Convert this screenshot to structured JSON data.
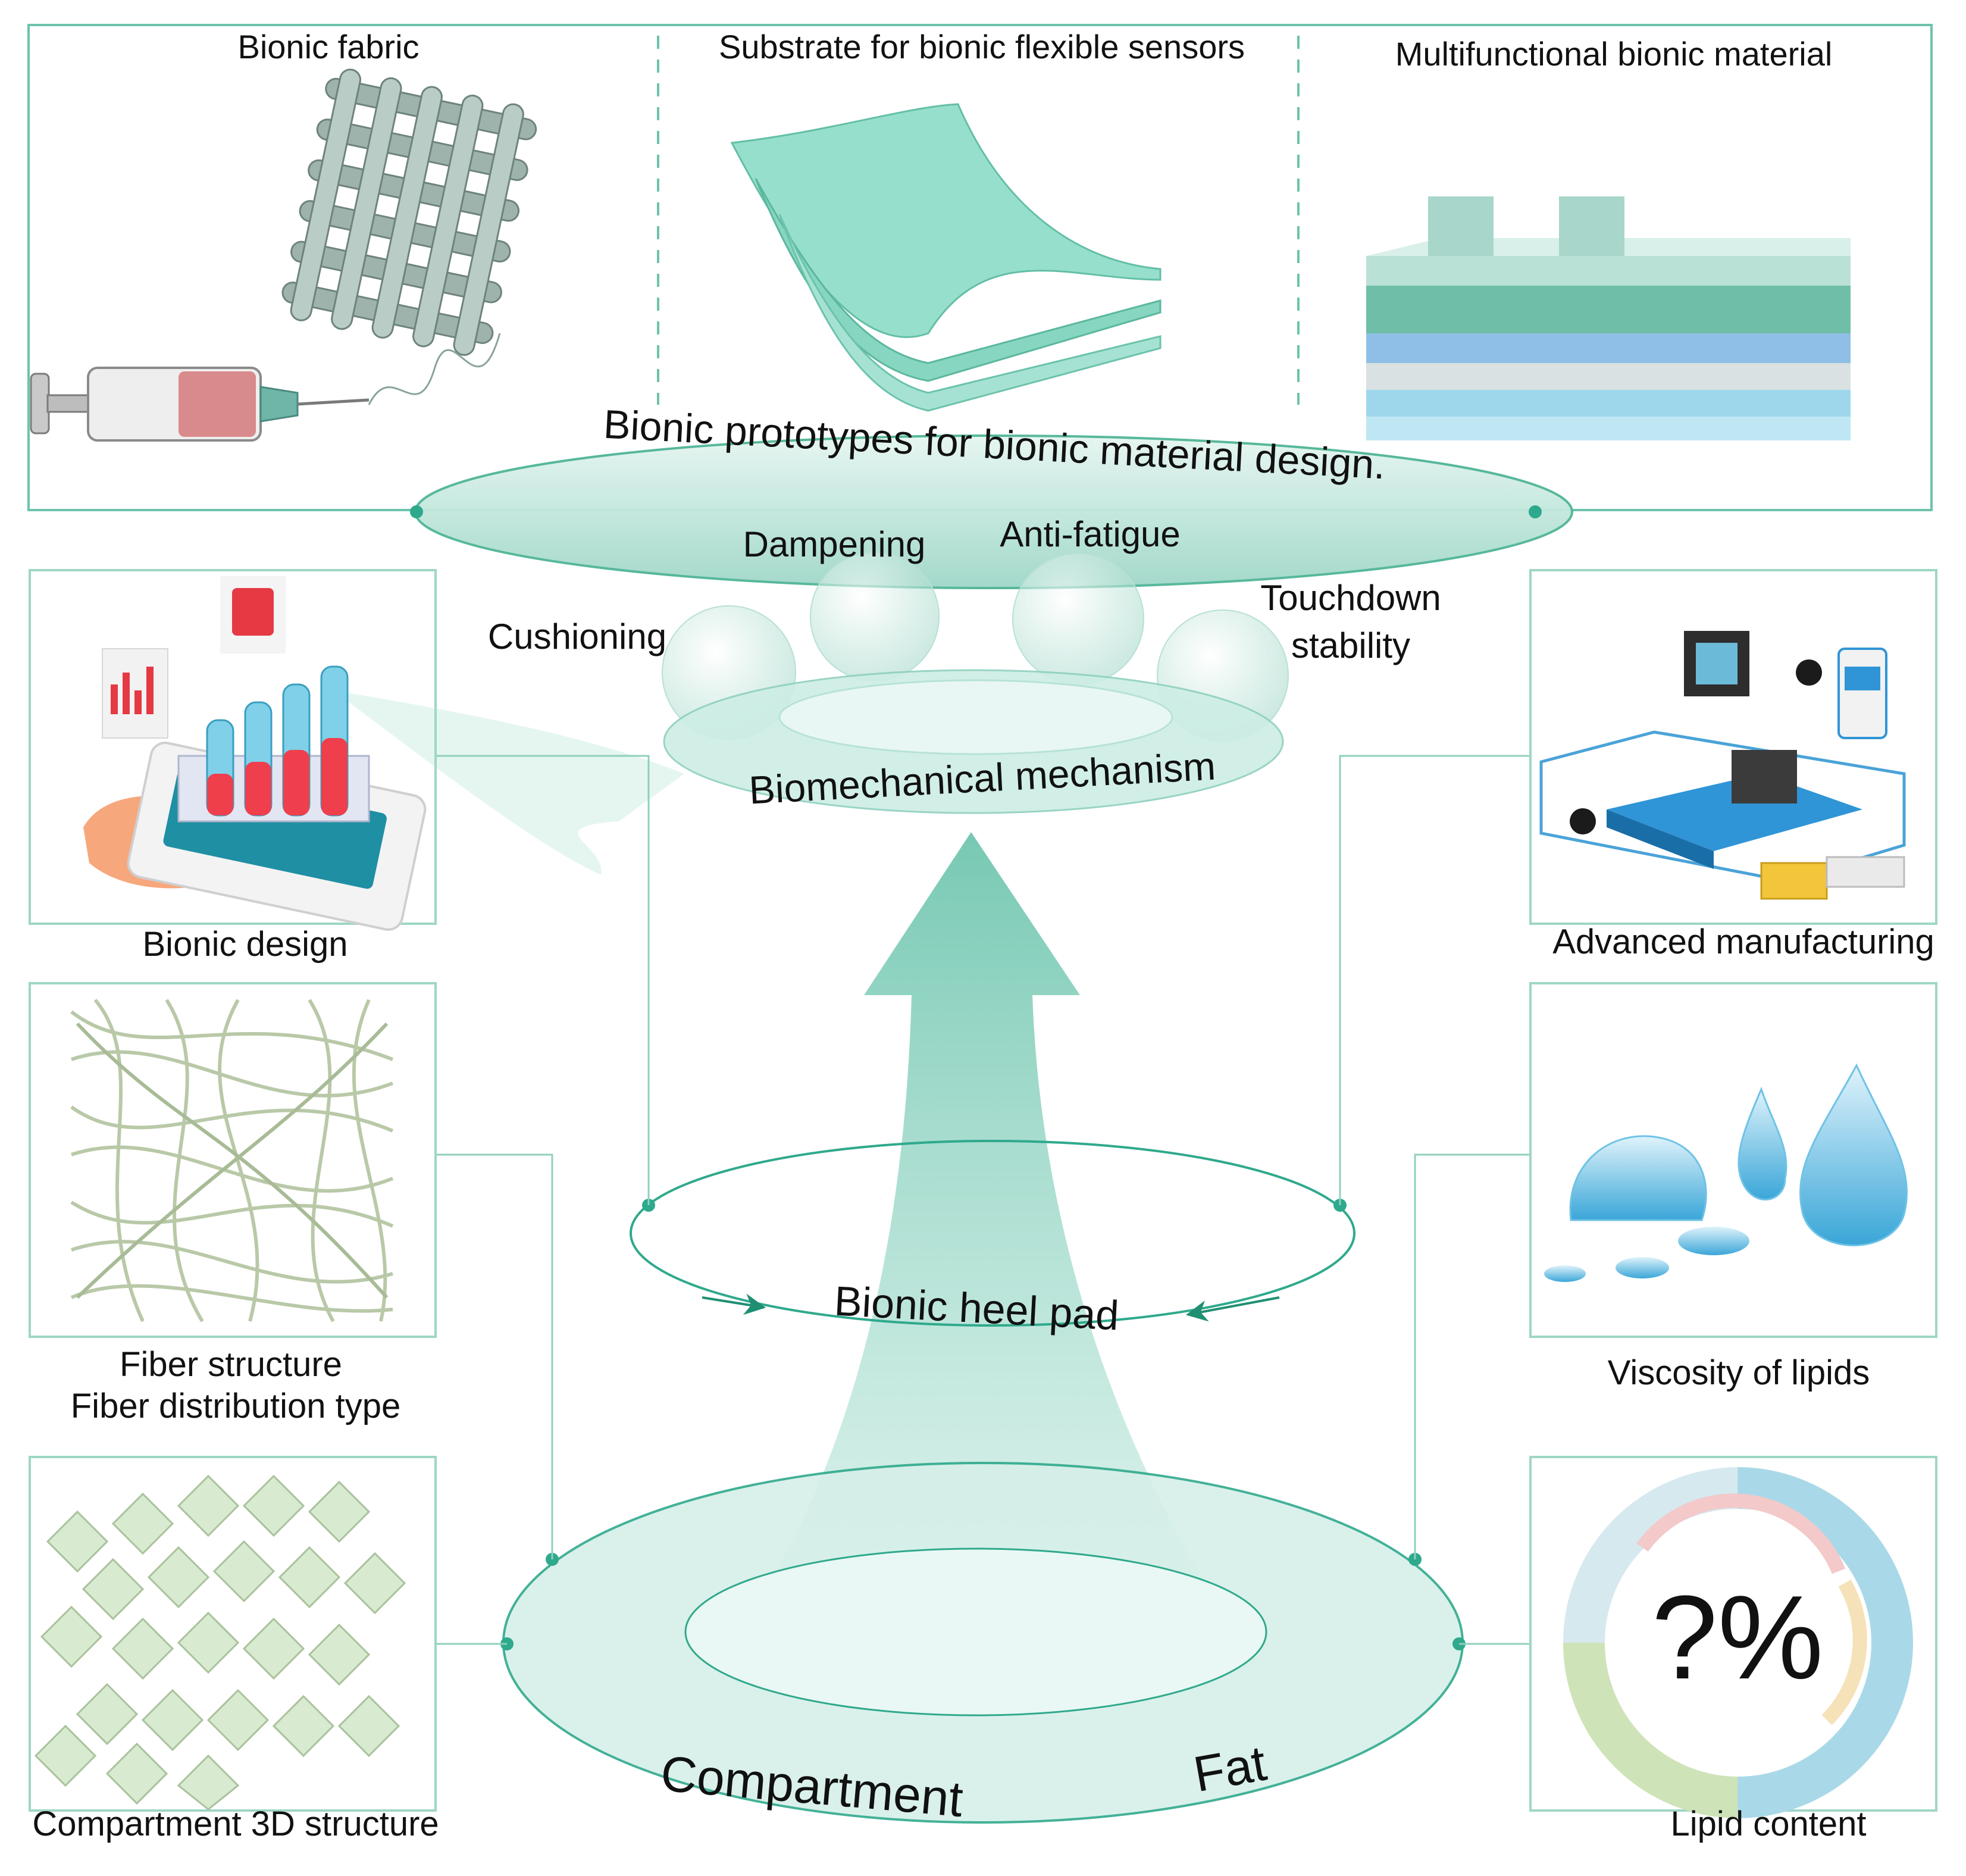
{
  "colors": {
    "accent": "#2fa98c",
    "teal_light": "#bfe6dc",
    "teal_mid": "#7fcbb7",
    "text": "#111111"
  },
  "top_panel": {
    "fabric_label": "Bionic fabric",
    "sensor_label": "Substrate for bionic flexible sensors",
    "multifunctional_label": "Multifunctional bionic material"
  },
  "top_disc_label": "Bionic prototypes for bionic material design.",
  "properties": {
    "dampening": "Dampening",
    "anti_fatigue": "Anti-fatigue",
    "cushioning": "Cushioning",
    "touchdown_line1": "Touchdown",
    "touchdown_line2": "stability"
  },
  "mechanism_label": "Biomechanical mechanism",
  "heel_pad_label": "Bionic heel pad",
  "base_labels": {
    "compartment": "Compartment",
    "fat": "Fat"
  },
  "left_panels": {
    "bionic_design": "Bionic design",
    "fiber_line1": "Fiber structure",
    "fiber_line2": "Fiber distribution type",
    "compartment_3d": "Compartment 3D structure"
  },
  "right_panels": {
    "advanced_manufacturing": "Advanced manufacturing",
    "viscosity": "Viscosity of lipids",
    "lipid_content": "Lipid content",
    "lipid_symbol": "?%"
  },
  "icons": [
    "syringe-icon",
    "woven-fabric-icon",
    "layered-sheets-icon",
    "layered-block-icon",
    "test-tubes-icon",
    "factory-machine-icon",
    "fiber-network-icon",
    "water-drops-icon",
    "octahedron-lattice-icon",
    "percentage-ring-icon"
  ]
}
